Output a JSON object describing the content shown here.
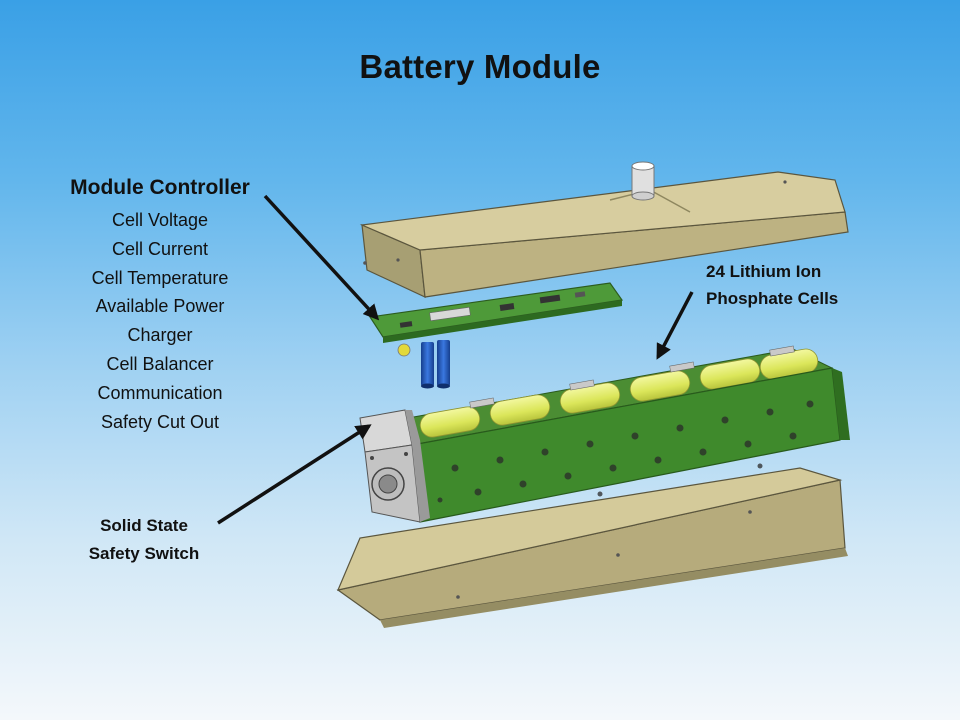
{
  "title": "Battery Module",
  "module_controller": {
    "heading": "Module Controller",
    "features": [
      "Cell Voltage",
      "Cell Current",
      "Cell Temperature",
      "Available Power",
      "Charger",
      "Cell Balancer",
      "Communication",
      "Safety Cut Out"
    ]
  },
  "cells_label": "24 Lithium Ion\nPhosphate Cells",
  "switch_label": "Solid State\nSafety Switch",
  "colors": {
    "housing": "#c8bd8c",
    "pcb": "#3f8a2c",
    "cell": "#e4ee6a",
    "capacitor": "#1f56b8"
  }
}
